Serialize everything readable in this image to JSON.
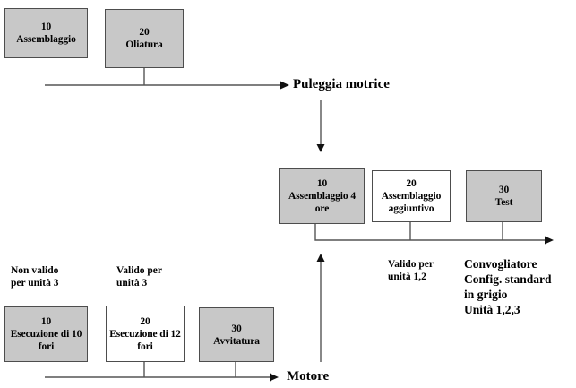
{
  "diagram": {
    "title_text_colors": {
      "box_grey": "#c8c8c8",
      "box_white": "#ffffff",
      "line": "#555555",
      "text": "#000000"
    },
    "flows": [
      {
        "id": "puleggia",
        "label": "Puleggia motrice"
      },
      {
        "id": "motore",
        "label": "Motore"
      }
    ],
    "puleggia_ops": [
      {
        "num": "10",
        "label": "Assemblaggio",
        "fill": "grey"
      },
      {
        "num": "20",
        "label": "Oliatura",
        "fill": "grey"
      }
    ],
    "assembly_ops": [
      {
        "num": "10",
        "label": "Assemblaggio\n4 ore",
        "fill": "grey"
      },
      {
        "num": "20",
        "label": "Assemblaggio\naggiuntivo",
        "fill": "white"
      },
      {
        "num": "30",
        "label": "Test",
        "fill": "grey"
      }
    ],
    "motore_ops": [
      {
        "num": "10",
        "label": "Esecuzione\ndi 10 fori",
        "fill": "grey"
      },
      {
        "num": "20",
        "label": "Esecuzione\ndi 12 fori",
        "fill": "white"
      },
      {
        "num": "30",
        "label": "Avvitatura",
        "fill": "grey"
      }
    ],
    "notes": [
      {
        "id": "non-valido-unita-3",
        "text": "Non valido\nper unità 3"
      },
      {
        "id": "valido-unita-3",
        "text": "Valido per\nunità 3"
      },
      {
        "id": "valido-unita-1-2",
        "text": "Valido per\nunità 1,2"
      }
    ],
    "final_product": {
      "text": "Convogliatore\nConfig. standard\nin grigio\nUnità 1,2,3"
    }
  }
}
